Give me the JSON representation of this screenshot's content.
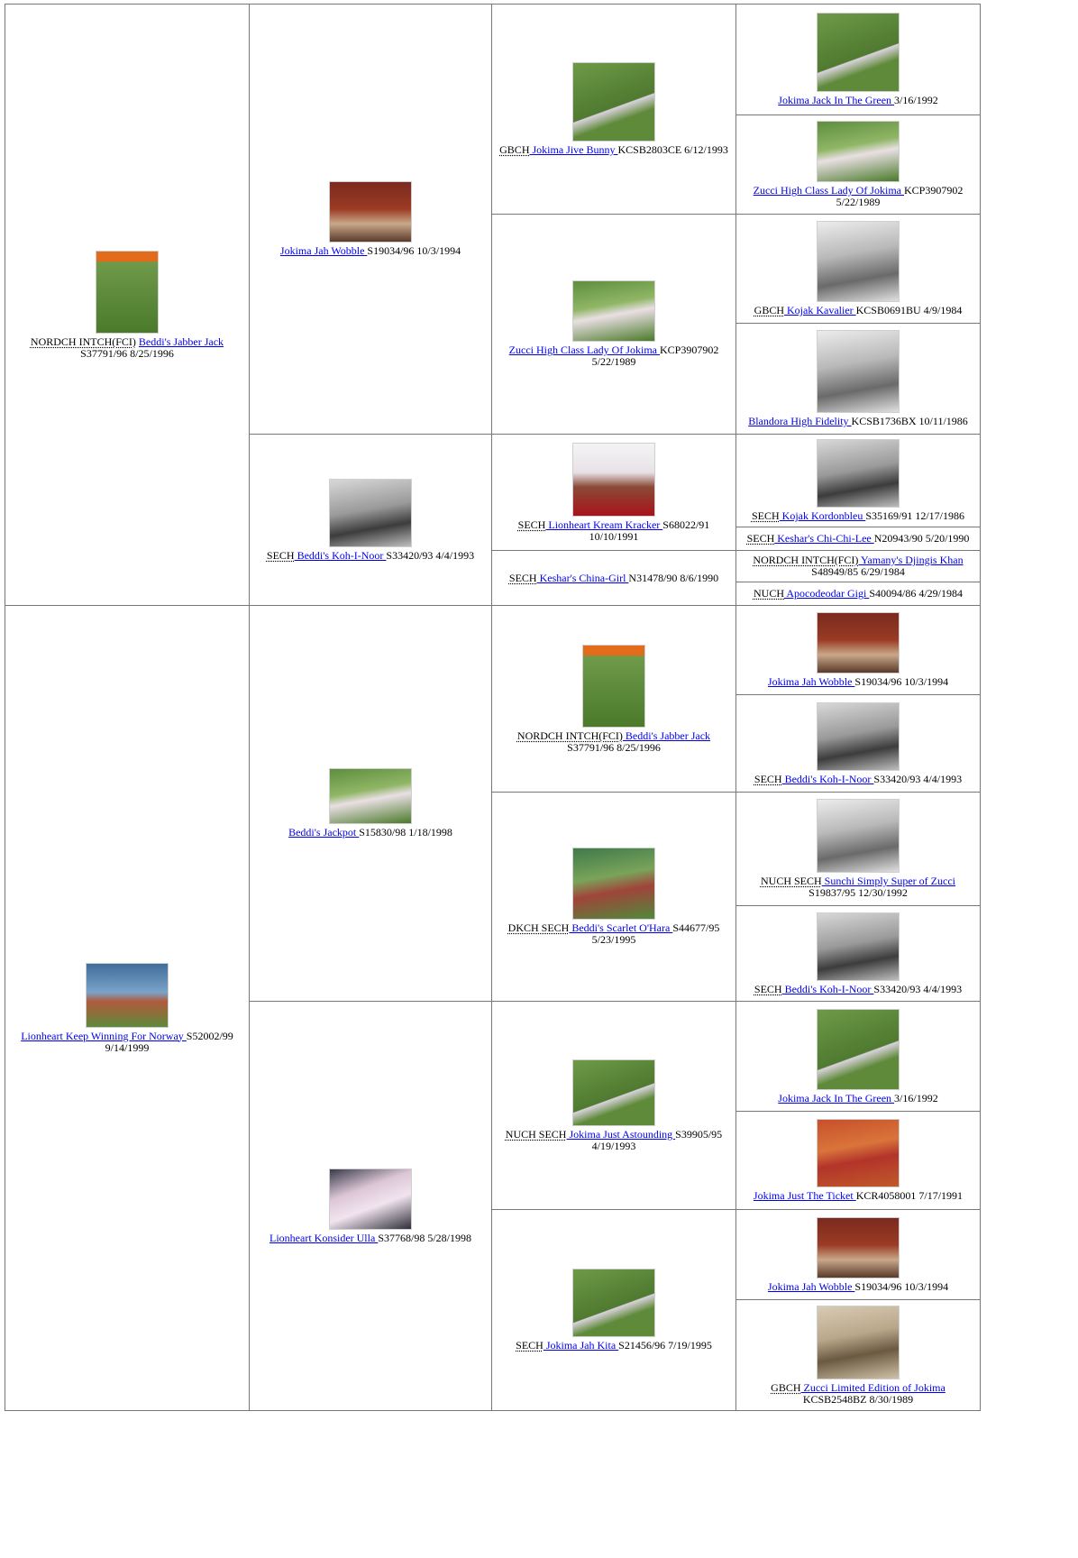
{
  "dogs": {
    "c1": {
      "title": "NORDCH INTCH(FCI)",
      "name": "Beddi's Jabber Jack",
      "info": "S37791/96 8/25/1996",
      "photo": "dog-photo-field"
    },
    "c2": {
      "title": "",
      "name": "Jokima Jah Wobble ",
      "info": "S19034/96 10/3/1994",
      "photo": "dog-photo-bench"
    },
    "c3": {
      "title": "GBCH",
      "name": " Jokima Jive Bunny ",
      "info": "KCSB2803CE 6/12/1993",
      "photo": "dog-photo-grass"
    },
    "c4": {
      "title": "",
      "name": "Jokima Jack In The Green ",
      "info": "3/16/1992",
      "photo": "dog-photo-grass"
    },
    "c5": {
      "title": "",
      "name": "Zucci High Class Lady Of Jokima ",
      "info": "KCP3907902 5/22/1989",
      "photo": "dog-photo-grass"
    },
    "c6": {
      "title": "",
      "name": "Zucci High Class Lady Of Jokima ",
      "info": "KCP3907902 5/22/1989",
      "photo": "dog-photo-grass"
    },
    "c7": {
      "title": "GBCH",
      "name": " Kojak Kavalier ",
      "info": "KCSB0691BU 4/9/1984",
      "photo": "dog-photo-bw"
    },
    "c8": {
      "title": "",
      "name": "Blandora High Fidelity ",
      "info": "KCSB1736BX 10/11/1986",
      "photo": "dog-photo-bw"
    },
    "c9": {
      "title": "SECH",
      "name": " Beddi's Koh-I-Noor ",
      "info": "S33420/93 4/4/1993",
      "photo": "dog-photo-bw"
    },
    "c10": {
      "title": "SECH",
      "name": " Lionheart Kream Kracker ",
      "info": "S68022/91 10/10/1991",
      "photo": "dog-photo-studio"
    },
    "c11": {
      "title": "SECH",
      "name": " Kojak Kordonbleu ",
      "info": "S35169/91 12/17/1986",
      "photo": "dog-photo-bw"
    },
    "c12": {
      "title": "SECH",
      "name": " Keshar's Chi-Chi-Lee ",
      "info": "N20943/90 5/20/1990"
    },
    "c13": {
      "title": "SECH",
      "name": " Keshar's China-Girl ",
      "info": "N31478/90 8/6/1990"
    },
    "c14": {
      "title": "NORDCH INTCH(FCI)",
      "name": " Yamany's Djingis Khan ",
      "info": "S48949/85 6/29/1984"
    },
    "c15": {
      "title": "NUCH",
      "name": " Apocodeodar Gigi ",
      "info": "S40094/86 4/29/1984"
    },
    "c16": {
      "title": "",
      "name": "Lionheart Keep Winning For Norway ",
      "info": "S52002/99 9/14/1999",
      "photo": "dog-photo-sky"
    },
    "c17": {
      "title": "",
      "name": "Beddi's Jackpot ",
      "info": "S15830/98 1/18/1998",
      "photo": "dog-photo-grass"
    },
    "c18": {
      "title": "NORDCH INTCH(FCI)",
      "name": " Beddi's Jabber Jack ",
      "info": "S37791/96 8/25/1996",
      "photo": "dog-photo-field"
    },
    "c19": {
      "title": "",
      "name": "Jokima Jah Wobble ",
      "info": "S19034/96 10/3/1994",
      "photo": "dog-photo-bench"
    },
    "c20": {
      "title": "SECH",
      "name": " Beddi's Koh-I-Noor ",
      "info": "S33420/93 4/4/1993",
      "photo": "dog-photo-bw"
    },
    "c21": {
      "title": "DKCH SECH",
      "name": " Beddi's Scarlet O'Hara ",
      "info": "S44677/95 5/23/1995",
      "photo": "dog-photo-grass"
    },
    "c22": {
      "title": "NUCH SECH",
      "name": " Sunchi Simply Super of Zucci ",
      "info": "S19837/95 12/30/1992",
      "photo": "dog-photo-bw"
    },
    "c23": {
      "title": "SECH",
      "name": " Beddi's Koh-I-Noor ",
      "info": "S33420/93 4/4/1993",
      "photo": "dog-photo-bw"
    },
    "c24": {
      "title": "",
      "name": "Lionheart Konsider Ulla ",
      "info": "S37768/98 5/28/1998",
      "photo": "dog-photo-portrait"
    },
    "c25": {
      "title": "NUCH SECH",
      "name": " Jokima Just Astounding ",
      "info": "S39905/95 4/19/1993",
      "photo": "dog-photo-grass"
    },
    "c26": {
      "title": "",
      "name": "Jokima Jack In The Green ",
      "info": "3/16/1992",
      "photo": "dog-photo-grass"
    },
    "c27": {
      "title": "",
      "name": "Jokima Just The Ticket ",
      "info": "KCR4058001 7/17/1991",
      "photo": "dog-photo-orange"
    },
    "c28": {
      "title": "SECH",
      "name": " Jokima Jah Kita ",
      "info": "S21456/96 7/19/1995",
      "photo": "dog-photo-grass"
    },
    "c29": {
      "title": "",
      "name": "Jokima Jah Wobble ",
      "info": "S19034/96 10/3/1994",
      "photo": "dog-photo-bench"
    },
    "c30": {
      "title": "GBCH",
      "name": " Zucci Limited Edition of Jokima ",
      "info": "KCSB2548BZ 8/30/1989",
      "photo": "dog-photo-sepia"
    }
  }
}
